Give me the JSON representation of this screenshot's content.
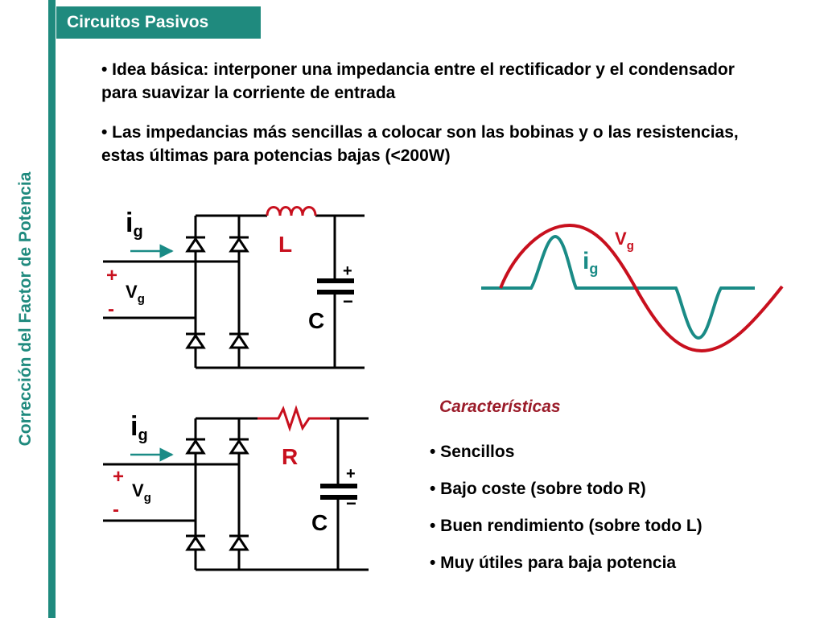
{
  "sidebar": {
    "title": "Corrección del Factor de Potencia"
  },
  "header": {
    "section": "Circuitos Pasivos"
  },
  "bullets": [
    "• Idea básica: interponer una impedancia entre el rectificador y el condensador para suavizar la corriente de entrada",
    "• Las impedancias más sencillas a colocar son las bobinas y o las resistencias, estas últimas para potencias bajas (<200W)"
  ],
  "circuit_L": {
    "current_base": "i",
    "current_sub": "g",
    "plus": "+",
    "minus": "-",
    "voltage_base": "V",
    "voltage_sub": "g",
    "element_label": "L",
    "cap_label": "C",
    "cap_plus": "+",
    "cap_minus": "−"
  },
  "circuit_R": {
    "current_base": "i",
    "current_sub": "g",
    "plus": "+",
    "minus": "-",
    "voltage_base": "V",
    "voltage_sub": "g",
    "element_label": "R",
    "cap_label": "C",
    "cap_plus": "+",
    "cap_minus": "−"
  },
  "waveform": {
    "voltage_base": "V",
    "voltage_sub": "g",
    "current_base": "i",
    "current_sub": "g",
    "voltage_color": "#c8101e",
    "current_color": "#1a8b86"
  },
  "features": {
    "title": "Características",
    "items": [
      "• Sencillos",
      "• Bajo coste (sobre todo R)",
      "• Buen rendimiento (sobre todo L)",
      "• Muy útiles para baja potencia"
    ]
  },
  "colors": {
    "accent": "#1f8a7e",
    "wire": "#000000",
    "element": "#c8101e",
    "arrow": "#1a8b86",
    "feature_title": "#9b1c2a"
  }
}
